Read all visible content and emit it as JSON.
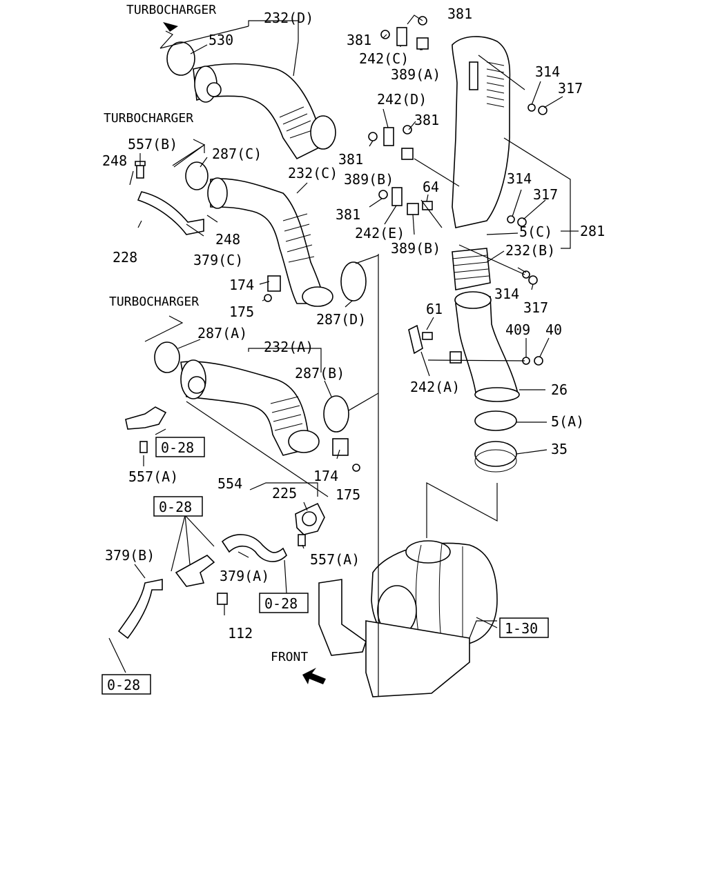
{
  "labels": {
    "turbo_top": "TURBOCHARGER",
    "turbo_mid": "TURBOCHARGER",
    "turbo_low": "TURBOCHARGER",
    "front": "FRONT",
    "p232d": "232(D)",
    "p530": "530",
    "p557b": "557(B)",
    "p287c": "287(C)",
    "p248a": "248",
    "p248b": "248",
    "p228": "228",
    "p379c": "379(C)",
    "p232c": "232(C)",
    "p174a": "174",
    "p175a": "175",
    "p287d": "287(D)",
    "p287a": "287(A)",
    "p232a": "232(A)",
    "p287b": "287(B)",
    "p557a1": "557(A)",
    "p174b": "174",
    "p175b": "175",
    "p554": "554",
    "p225": "225",
    "p557a2": "557(A)",
    "p379b": "379(B)",
    "p379a": "379(A)",
    "p112": "112",
    "p381a": "381",
    "p381b": "381",
    "p242c": "242(C)",
    "p389a": "389(A)",
    "p242d": "242(D)",
    "p381c": "381",
    "p381d": "381",
    "p389b1": "389(B)",
    "p64": "64",
    "p381e": "381",
    "p242e": "242(E)",
    "p389b2": "389(B)",
    "p314a": "314",
    "p317a": "317",
    "p314b": "314",
    "p317b": "317",
    "p5c": "5(C)",
    "p281": "281",
    "p232b": "232(B)",
    "p314c": "314",
    "p317c": "317",
    "p61": "61",
    "p409": "409",
    "p40": "40",
    "p242a": "242(A)",
    "p26": "26",
    "p5a": "5(A)",
    "p35": "35"
  },
  "refs": {
    "r028a": "0-28",
    "r028b": "0-28",
    "r028c": "0-28",
    "r028d": "0-28",
    "r130": "1-30"
  }
}
